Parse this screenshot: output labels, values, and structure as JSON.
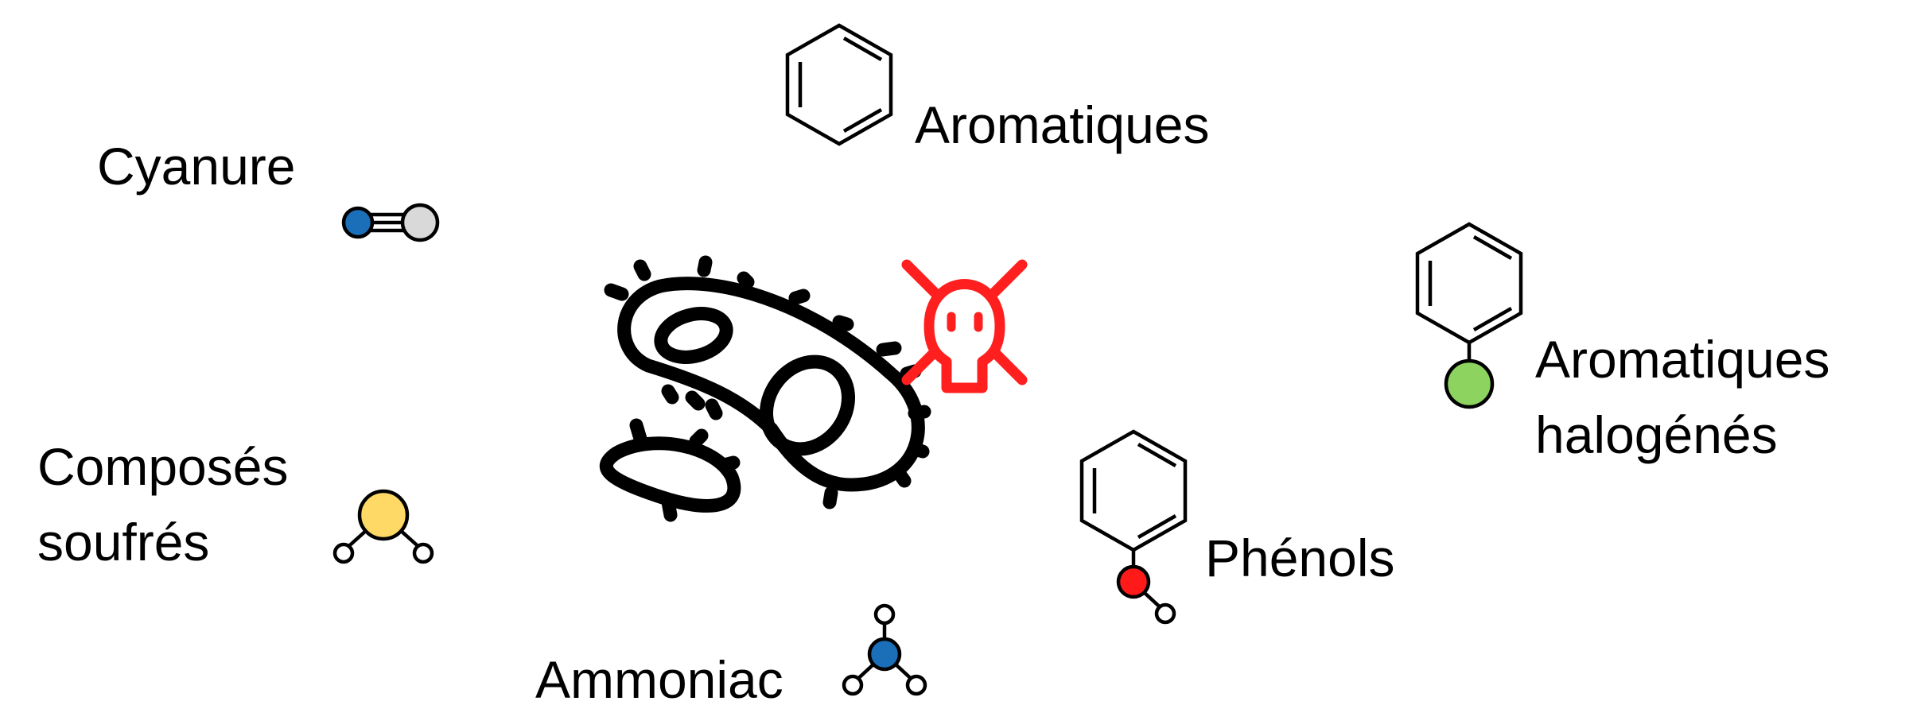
{
  "labels": {
    "aromatiques": "Aromatiques",
    "cyanure": "Cyanure",
    "aromatiques_halogenes_line1": "Aromatiques",
    "aromatiques_halogenes_line2": "halogénés",
    "composes_soufres_line1": "Composés",
    "composes_soufres_line2": "soufrés",
    "phenols": "Phénols",
    "ammoniac": "Ammoniac"
  },
  "colors": {
    "nitrogen": "#1a6fb8",
    "carbon": "#d9d9d9",
    "sulfur": "#ffd966",
    "halogen": "#8dd35f",
    "oxygen": "#ff1a1a",
    "toxic": "#ff1f1f",
    "stroke": "#000000"
  },
  "icons": {
    "bacteria": "bacteria-icon",
    "toxic": "skull-crossbones-icon"
  }
}
